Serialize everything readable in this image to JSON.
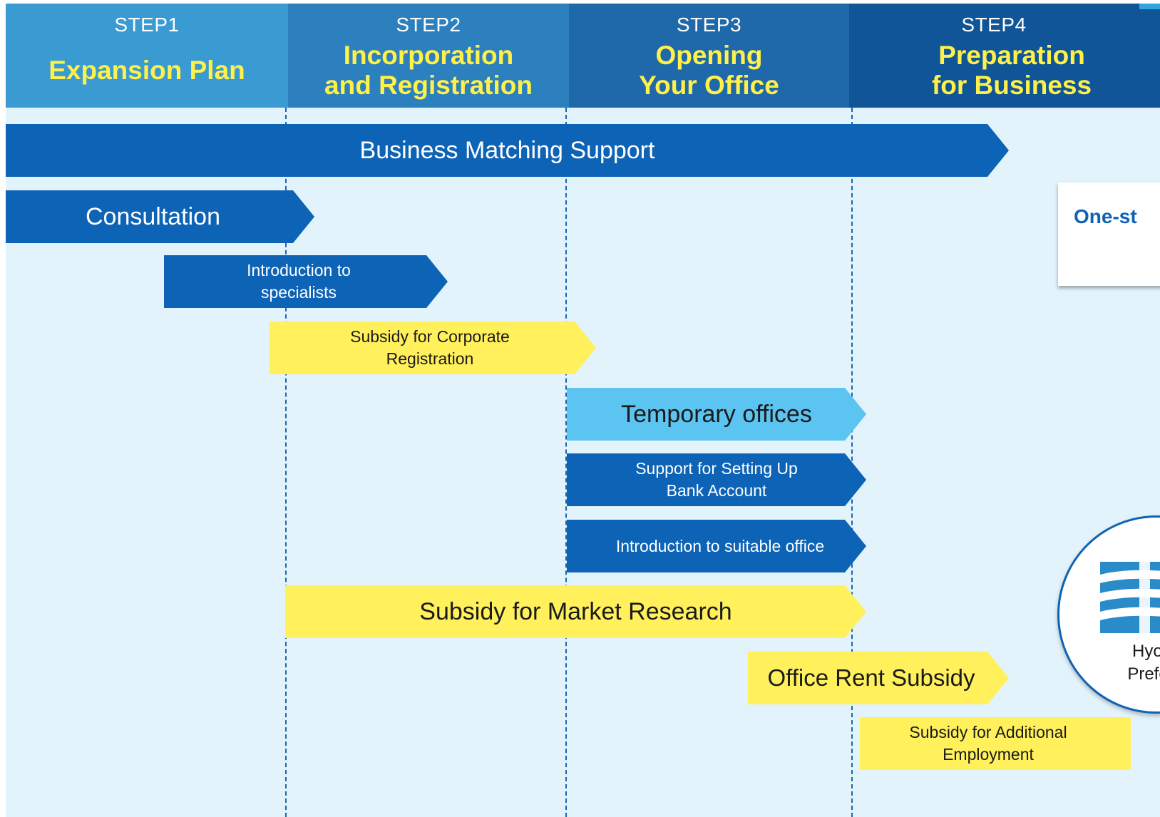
{
  "steps": [
    {
      "num": "STEP1",
      "name": "Expansion Plan"
    },
    {
      "num": "STEP2",
      "name": "Incorporation\nand Registration"
    },
    {
      "num": "STEP3",
      "name": "Opening\nYour Office"
    },
    {
      "num": "STEP4",
      "name": "Preparation\nfor Business"
    }
  ],
  "supports": {
    "business_matching": "Business Matching Support",
    "consultation": "Consultation",
    "intro_specialists": "Introduction to\nspecialists",
    "subsidy_corporate_registration": "Subsidy for Corporate\nRegistration",
    "temporary_offices": "Temporary offices",
    "bank_account": "Support for Setting Up\nBank Account",
    "suitable_office": "Introduction to suitable office",
    "market_research": "Subsidy for Market Research",
    "office_rent": "Office Rent Subsidy",
    "additional_employment": "Subsidy for Additional\nEmployment"
  },
  "onestop": {
    "label": "One-st"
  },
  "badge": {
    "text": "Hyog\nPrefec"
  },
  "colors": {
    "step_colors": [
      "#3a9ad2",
      "#2d80be",
      "#1f68a9",
      "#0f5597"
    ],
    "header_highlight": "#fff04a",
    "support_blue": "#0d63b5",
    "support_light_blue": "#5bc4f1",
    "subsidy_yellow": "#fff05c",
    "background": "#e3f3fb"
  }
}
